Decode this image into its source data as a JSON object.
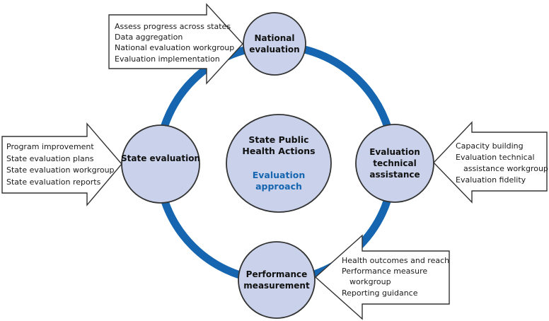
{
  "colors": {
    "ring": "#1565b0",
    "node_fill": "#c9d2ea",
    "node_stroke": "#333333",
    "accent_text": "#1565b0",
    "arrow_fill": "#ffffff"
  },
  "center": {
    "title": "State Public Health Actions",
    "subtitle": "Evaluation approach"
  },
  "nodes": {
    "top": {
      "label": "National evaluation"
    },
    "right": {
      "label": "Evaluation technical assistance"
    },
    "bottom": {
      "label": "Performance measurement"
    },
    "left": {
      "label": "State evaluation"
    }
  },
  "arrows": {
    "top": {
      "lines": [
        "Assess progress across states",
        "Data aggregation",
        "National evaluation workgroup",
        "Evaluation implementation"
      ]
    },
    "left": {
      "lines": [
        "Program improvement",
        "State evaluation plans",
        "State evaluation workgroup",
        "State evaluation reports"
      ]
    },
    "right": {
      "lines": [
        "Capacity building",
        "Evaluation technical",
        "assistance workgroup",
        "Evaluation fidelity"
      ]
    },
    "bottom": {
      "lines": [
        "Health outcomes and reach",
        "Performance measure",
        "workgroup",
        "Reporting guidance"
      ]
    }
  }
}
